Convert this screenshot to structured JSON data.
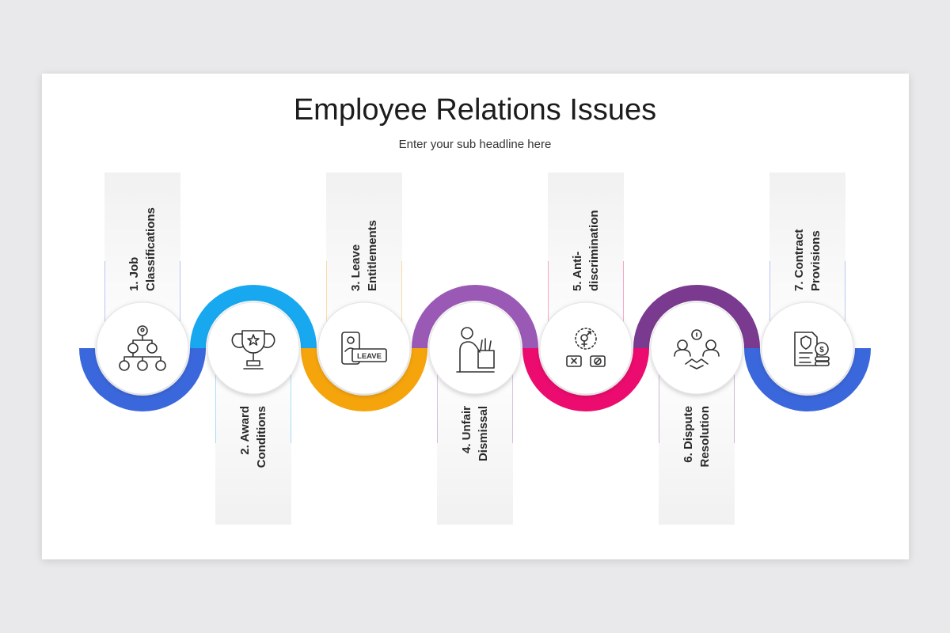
{
  "title": "Employee Relations Issues",
  "subtitle": "Enter your sub headline here",
  "steps": [
    {
      "number": "1.",
      "line1": "1. Job",
      "line2": "Classifications",
      "color": "#3a67dc",
      "icon": "org-chart-icon"
    },
    {
      "number": "2.",
      "line1": "2. Award",
      "line2": "Conditions",
      "color": "#18a8f0",
      "icon": "trophy-icon"
    },
    {
      "number": "3.",
      "line1": "3. Leave",
      "line2": "Entitlements",
      "color": "#f5a40c",
      "icon": "leave-icon",
      "icon_text": "LEAVE"
    },
    {
      "number": "4.",
      "line1": "4. Unfair",
      "line2": "Dismissal",
      "color": "#9b59b6",
      "icon": "dismissal-box-icon"
    },
    {
      "number": "5.",
      "line1": "5. Anti-",
      "line2": "discrimination",
      "color": "#ec0b6e",
      "icon": "gender-equality-icon"
    },
    {
      "number": "6.",
      "line1": "6. Dispute",
      "line2": "Resolution",
      "color": "#7a3a8f",
      "icon": "handshake-icon"
    },
    {
      "number": "7.",
      "line1": "7. Contract",
      "line2": "Provisions",
      "color": "#3a67dc",
      "icon": "contract-icon"
    }
  ]
}
